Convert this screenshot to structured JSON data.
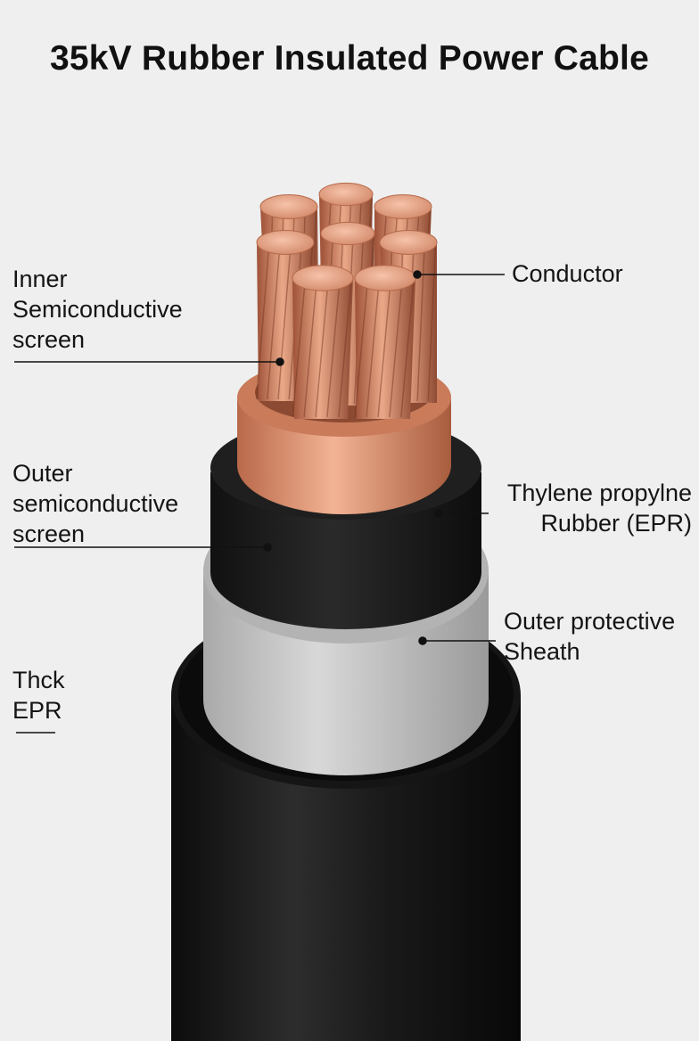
{
  "title": "35kV Rubber Insulated Power Cable",
  "labels": {
    "inner_screen": "Inner\nSemiconductive\nscreen",
    "conductor": "Conductor",
    "outer_screen": "Outer\nsemiconductive\nscreen",
    "epr_insulation": "Thylene propylne\nRubber (EPR)",
    "outer_sheath": "Outer protective\nSheath",
    "thick_epr": "Thck\nEPR"
  },
  "colors": {
    "background": "#efefef",
    "copper": "#d98b67",
    "black_layer": "#1c1c1c",
    "grey_layer": "#c4c4c4",
    "leader_line": "#111111"
  }
}
